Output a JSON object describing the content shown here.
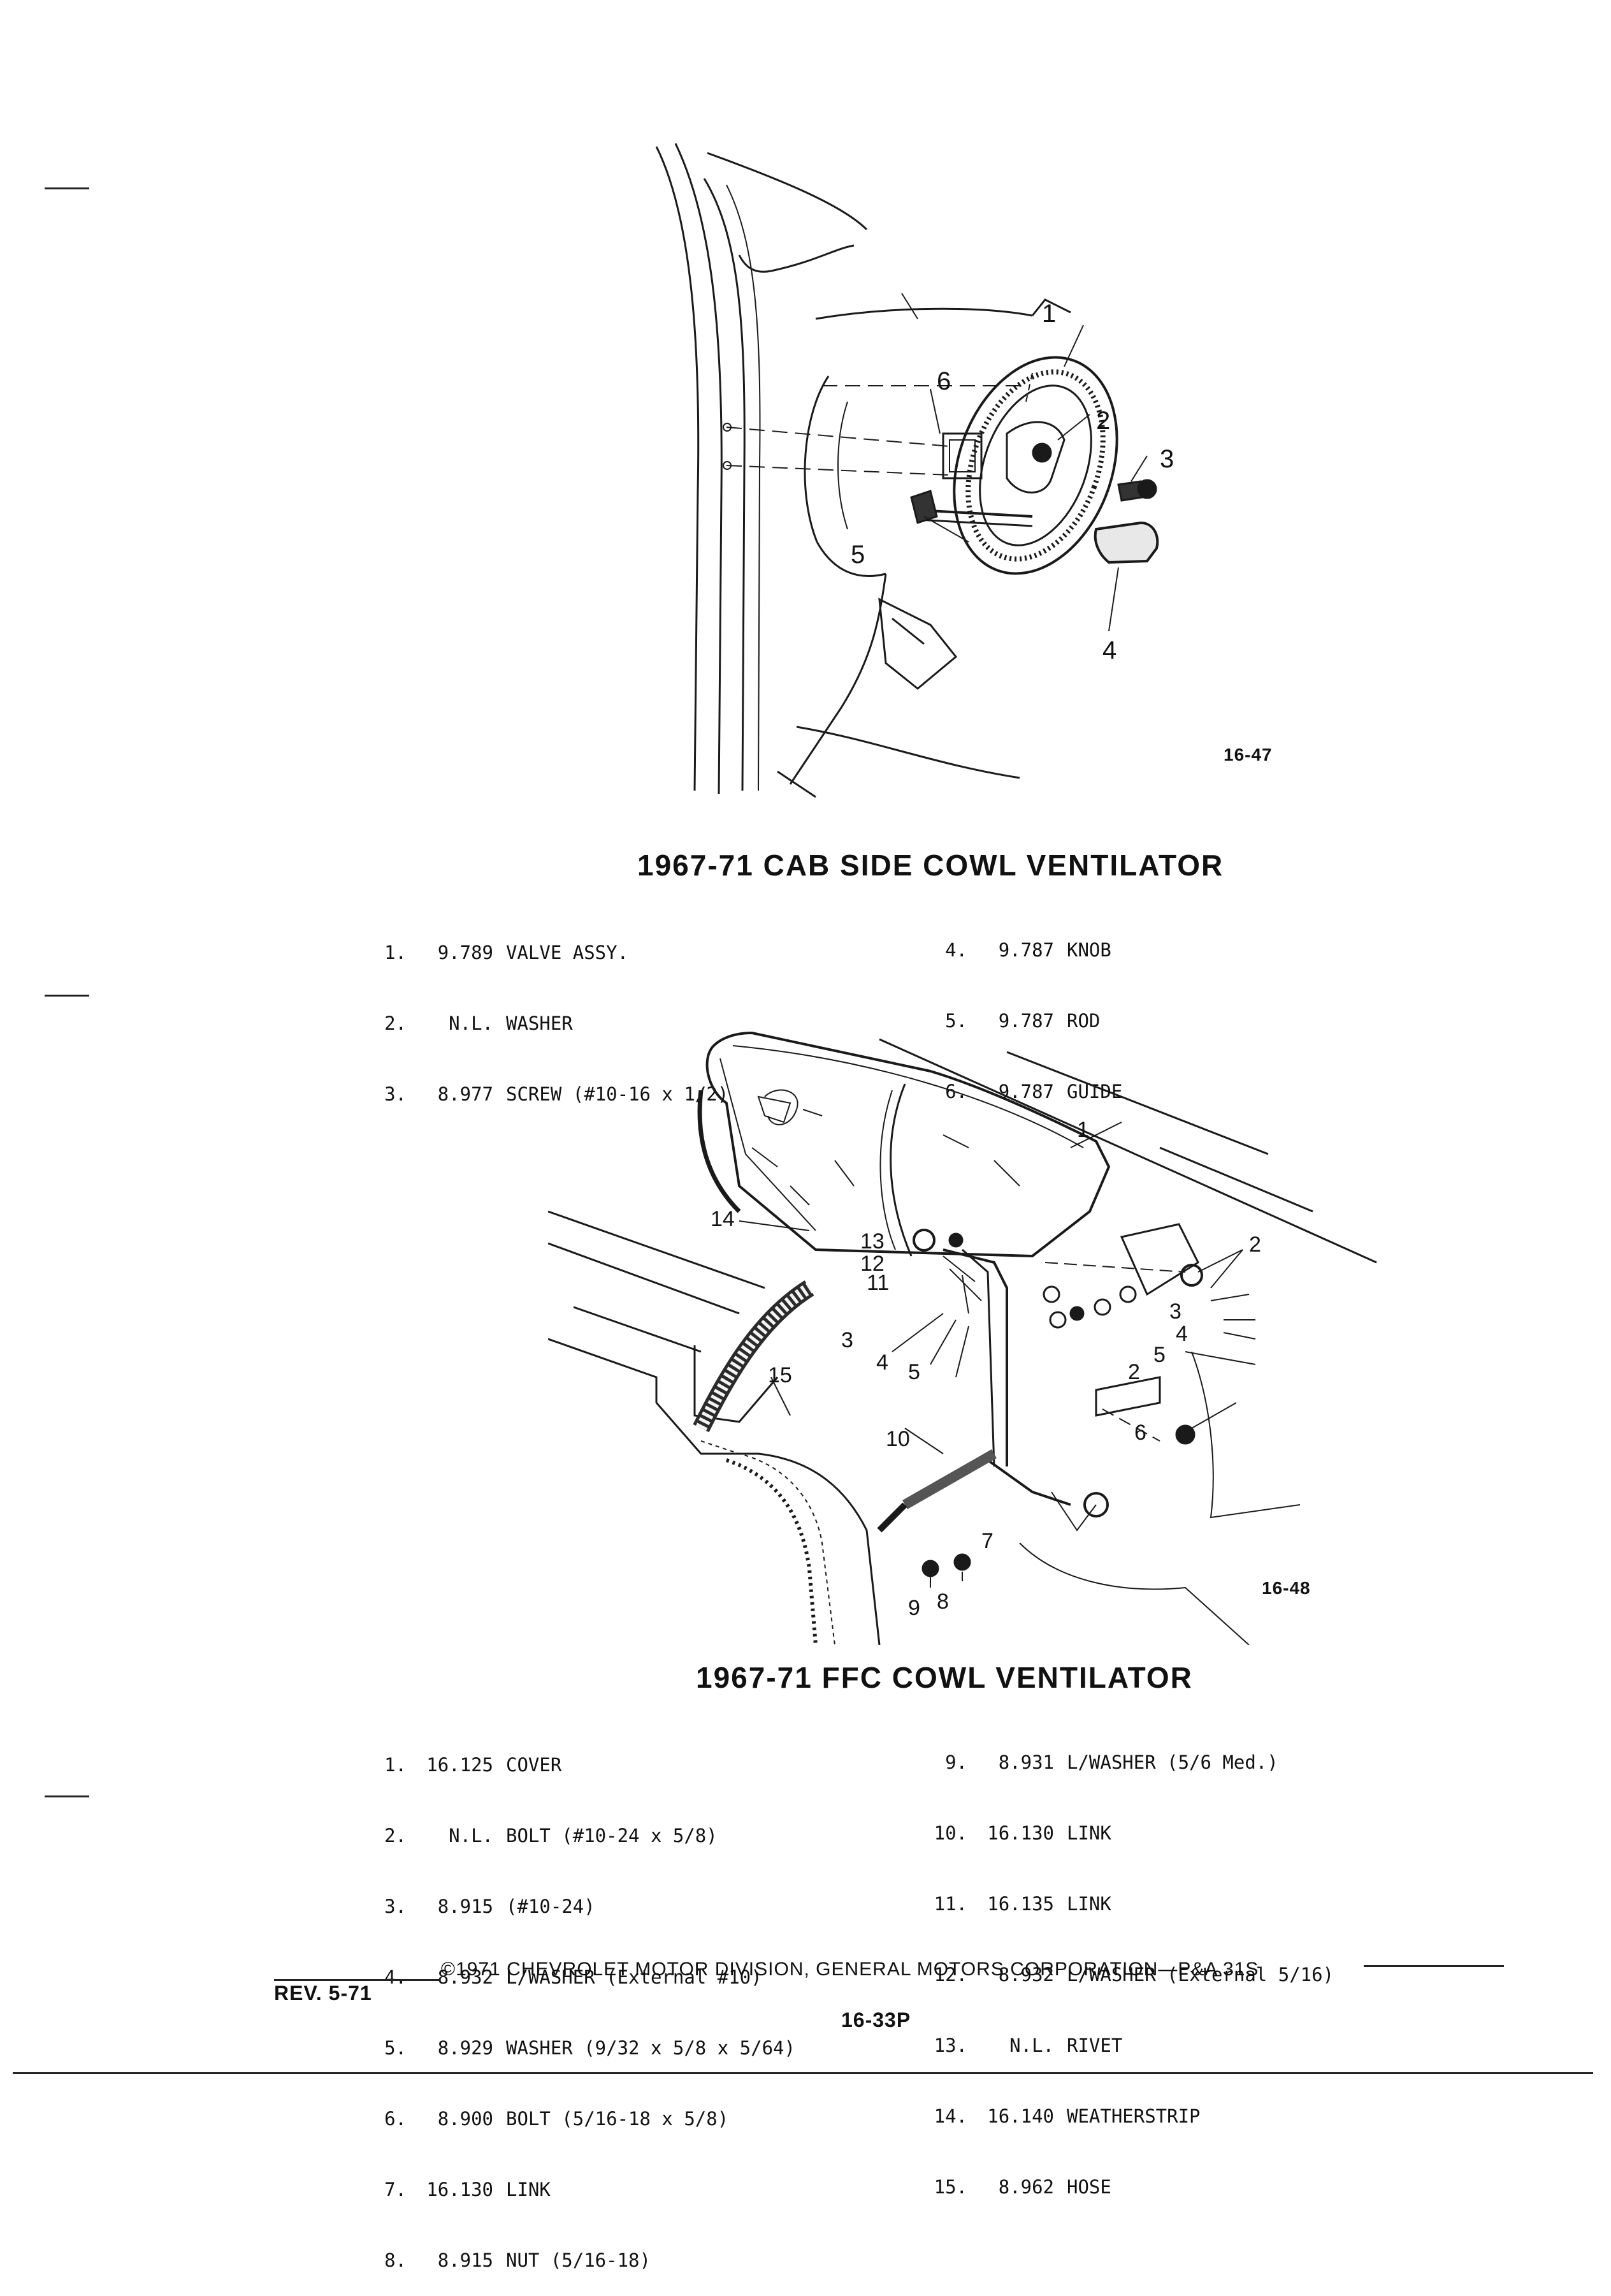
{
  "figure1": {
    "callouts": [
      "1",
      "2",
      "3",
      "4",
      "5",
      "6"
    ],
    "fig_number": "16-47",
    "title": "1967-71 CAB SIDE COWL VENTILATOR",
    "parts_left": [
      {
        "num": "1.",
        "code": "9.789",
        "desc": "VALVE ASSY."
      },
      {
        "num": "2.",
        "code": "N.L.",
        "desc": "WASHER"
      },
      {
        "num": "3.",
        "code": "8.977",
        "desc": "SCREW (#10-16 x 1/2)"
      }
    ],
    "parts_right": [
      {
        "num": "4.",
        "code": "9.787",
        "desc": "KNOB"
      },
      {
        "num": "5.",
        "code": "9.787",
        "desc": "ROD"
      },
      {
        "num": "6.",
        "code": "9.787",
        "desc": "GUIDE"
      }
    ]
  },
  "figure2": {
    "callouts": [
      "1",
      "2",
      "3",
      "4",
      "5",
      "2",
      "6",
      "7",
      "8",
      "9",
      "10",
      "11",
      "12",
      "13",
      "14",
      "15",
      "3",
      "4",
      "5"
    ],
    "fig_number": "16-48",
    "title": "1967-71 FFC COWL VENTILATOR",
    "parts_left": [
      {
        "num": "1.",
        "code": "16.125",
        "desc": "COVER"
      },
      {
        "num": "2.",
        "code": "N.L.",
        "desc": "BOLT (#10-24 x 5/8)"
      },
      {
        "num": "3.",
        "code": "8.915",
        "desc": "(#10-24)"
      },
      {
        "num": "4.",
        "code": "8.932",
        "desc": "L/WASHER (External #10)"
      },
      {
        "num": "5.",
        "code": "8.929",
        "desc": "WASHER (9/32 x 5/8 x 5/64)"
      },
      {
        "num": "6.",
        "code": "8.900",
        "desc": "BOLT (5/16-18 x 5/8)"
      },
      {
        "num": "7.",
        "code": "16.130",
        "desc": "LINK"
      },
      {
        "num": "8.",
        "code": "8.915",
        "desc": "NUT (5/16-18)"
      }
    ],
    "parts_right": [
      {
        "num": "9.",
        "code": "8.931",
        "desc": "L/WASHER (5/6 Med.)"
      },
      {
        "num": "10.",
        "code": "16.130",
        "desc": "LINK"
      },
      {
        "num": "11.",
        "code": "16.135",
        "desc": "LINK"
      },
      {
        "num": "12.",
        "code": "8.932",
        "desc": "L/WASHER (External 5/16)"
      },
      {
        "num": "13.",
        "code": "N.L.",
        "desc": "RIVET"
      },
      {
        "num": "14.",
        "code": "16.140",
        "desc": "WEATHERSTRIP"
      },
      {
        "num": "15.",
        "code": "8.962",
        "desc": "HOSE"
      }
    ]
  },
  "footer": {
    "copyright": "©1971 CHEVROLET MOTOR DIVISION, GENERAL MOTORS CORPORATION—P&A 31S",
    "revision": "REV. 5-71",
    "page_number": "16-33P"
  }
}
